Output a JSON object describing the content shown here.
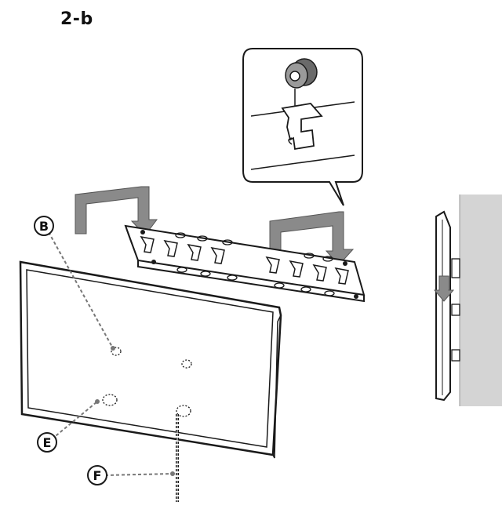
{
  "step_title": "2-b",
  "callouts": {
    "b": "B",
    "e": "E",
    "f": "F"
  },
  "colors": {
    "ink": "#1a1a1a",
    "gray_arrow": "#8a8a8a",
    "wall": "#d4d4d4",
    "dashed_leader": "#777777"
  }
}
